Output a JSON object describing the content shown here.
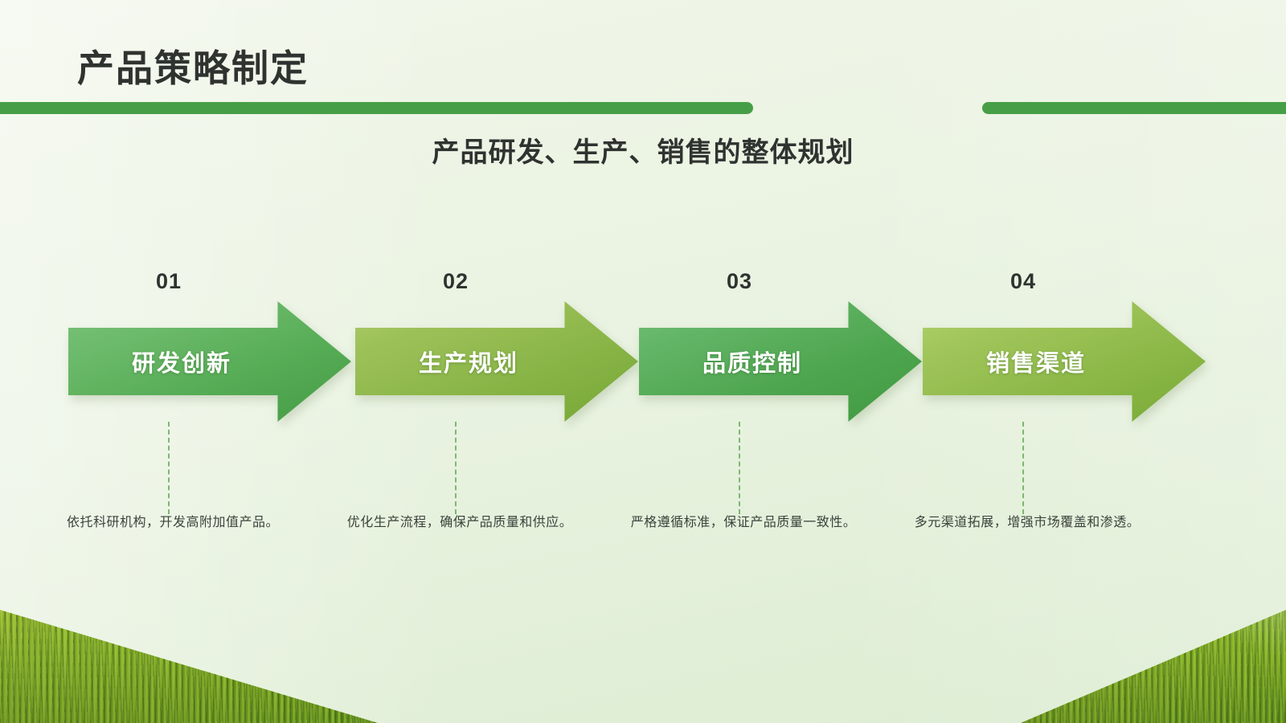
{
  "slide": {
    "title": "产品策略制定",
    "subtitle": "产品研发、生产、销售的整体规划",
    "accent_color": "#469f46",
    "title_color": "#2f3330",
    "background_color": "#eaf3e2"
  },
  "steps": [
    {
      "number": "01",
      "label": "研发创新",
      "caption": "依托科研机构，开发高附加值产品。",
      "color_start": "#6ebb6d",
      "color_end": "#4aa24a"
    },
    {
      "number": "02",
      "label": "生产规划",
      "caption": "优化生产流程，确保产品质量和供应。",
      "color_start": "#9dc159",
      "color_end": "#78a838"
    },
    {
      "number": "03",
      "label": "品质控制",
      "caption": "严格遵循标准，保证产品质量一致性。",
      "color_start": "#62b566",
      "color_end": "#439c43"
    },
    {
      "number": "04",
      "label": "销售渠道",
      "caption": "多元渠道拓展，增强市场覆盖和渗透。",
      "color_start": "#a2c65c",
      "color_end": "#7aad36"
    }
  ],
  "decorations": {
    "hill_left": "grass-hill-left",
    "hill_right": "grass-hill-right"
  }
}
